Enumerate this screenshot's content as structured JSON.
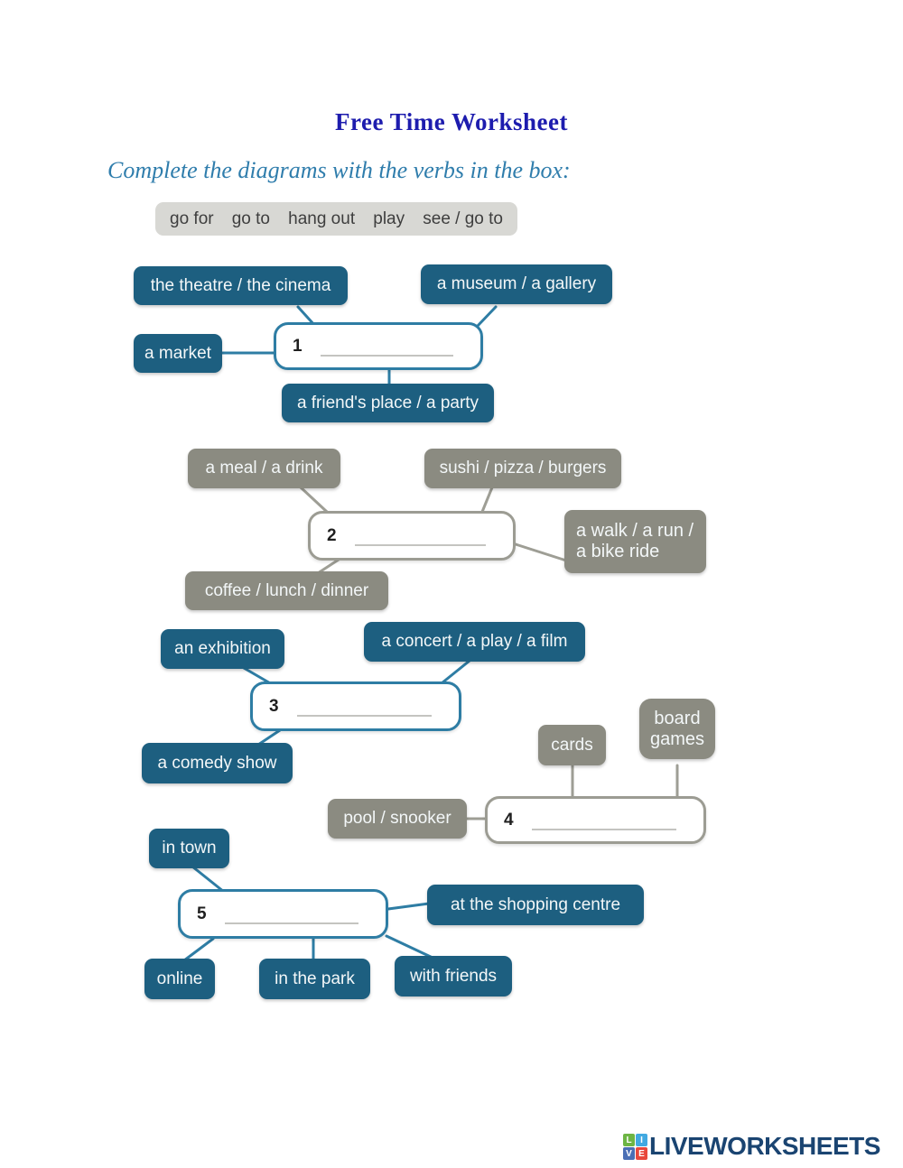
{
  "header": {
    "title": "Free Time Worksheet",
    "instruction": "Complete the diagrams with the verbs in the box:"
  },
  "verb_box": {
    "items": [
      "go for",
      "go to",
      "hang out",
      "play",
      "see / go to"
    ]
  },
  "diagram1": {
    "number": "1",
    "top_left": "the theatre / the cinema",
    "top_right": "a museum / a gallery",
    "left": "a market",
    "bottom": "a friend's place / a party"
  },
  "diagram2": {
    "number": "2",
    "top_left": "a meal / a drink",
    "top_right": "sushi / pizza / burgers",
    "right_line1": "a walk / a run /",
    "right_line2": "a bike ride",
    "bottom": "coffee / lunch / dinner"
  },
  "diagram3": {
    "number": "3",
    "top_left": "an exhibition",
    "top_right": "a concert / a play / a film",
    "bottom_left": "a comedy show"
  },
  "diagram4": {
    "number": "4",
    "top_mid": "cards",
    "top_right_line1": "board",
    "top_right_line2": "games",
    "left": "pool / snooker"
  },
  "diagram5": {
    "number": "5",
    "top_left": "in town",
    "right": "at the shopping centre",
    "bottom_left": "online",
    "bottom_mid": "in the park",
    "bottom_right": "with friends"
  },
  "footer": {
    "brand": "LIVEWORKSHEETS",
    "logo_letters": [
      "L",
      "I",
      "V",
      "E"
    ]
  },
  "colors": {
    "blue_box": "#1d5f80",
    "gray_box": "#8b8b81",
    "blue_border": "#2e7da4",
    "gray_border": "#9c9c93",
    "title_text": "#1d1cae",
    "instruction_text": "#2f7dac",
    "verb_box_bg": "#d8d8d4",
    "brand_text": "#1a4471"
  }
}
